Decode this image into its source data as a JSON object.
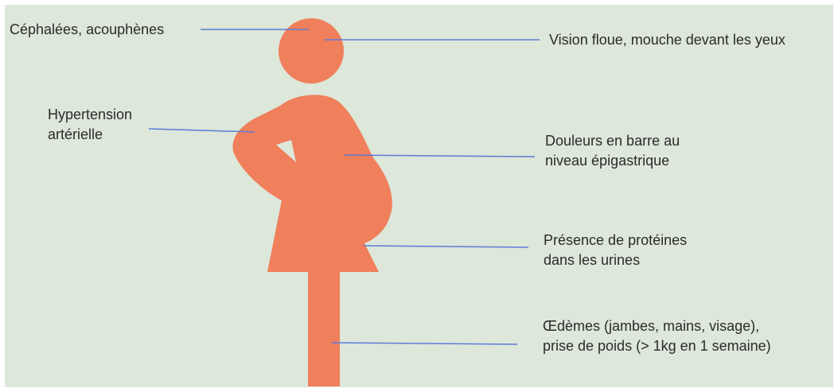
{
  "colors": {
    "background": "#dde7da",
    "figure": "#f07f5c",
    "leader_line": "#5d7bd6",
    "text": "#2b2b2b"
  },
  "labels": {
    "cephalees": [
      "Céphalées, acouphènes"
    ],
    "vision": [
      "Vision floue, mouche devant les yeux"
    ],
    "hypertension": [
      "Hypertension",
      "artérielle"
    ],
    "douleurs": [
      "Douleurs en barre au",
      "niveau épigastrique"
    ],
    "proteines": [
      "Présence de protéines",
      "dans les urines"
    ],
    "oedemes": [
      "Œdèmes (jambes, mains, visage),",
      "prise de poids (> 1kg en 1 semaine)"
    ]
  }
}
